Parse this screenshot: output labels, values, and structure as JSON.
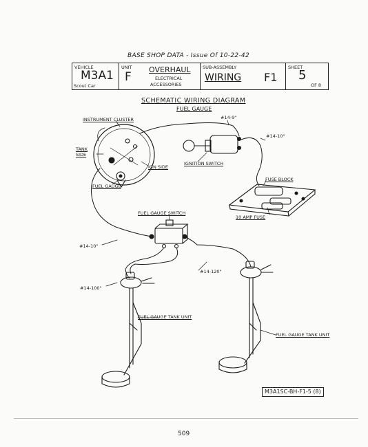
{
  "header": {
    "title": "BASE SHOP DATA - Issue Of 10-22-42",
    "vehicle_label": "VEHICLE",
    "vehicle_value": "M3A1",
    "vehicle_sub": "Scout Car",
    "unit_label": "UNIT",
    "unit_value": "F",
    "unit_title": "OVERHAUL",
    "unit_desc_1": "ELECTRICAL",
    "unit_desc_2": "ACCESSORIES",
    "subassembly_label": "SUB-ASSEMBLY",
    "subassembly_value": "WIRING",
    "subassembly_code": "F1",
    "sheet_label": "SHEET",
    "sheet_value": "5",
    "sheet_of": "OF 8"
  },
  "diagram": {
    "title": "SCHEMATIC WIRING DIAGRAM",
    "subtitle": "FUEL GAUGE",
    "labels": {
      "instrument_cluster": "INSTRUMENT CLUSTER",
      "tank_side": "TANK SIDE",
      "ign_side": "IGN SIDE",
      "fuel_gauge": "FUEL GAUGE",
      "ignition_switch": "IGNITION SWITCH",
      "fuse_block": "FUSE BLOCK",
      "amp_fuse": "10 AMP FUSE",
      "fuel_gauge_switch": "FUEL GAUGE SWITCH",
      "tank_unit_left": "FUEL GAUGE TANK UNIT",
      "tank_unit_right": "FUEL GAUGE TANK UNIT"
    },
    "wires": {
      "w1": "#14-9\"",
      "w2": "#14-10\"",
      "w3": "#14-10\"",
      "w4": "#14-120\"",
      "w5": "#14-100\""
    },
    "drawing_number": "M3A1SC-BH-F1-5 (8)"
  },
  "page_number": "509"
}
